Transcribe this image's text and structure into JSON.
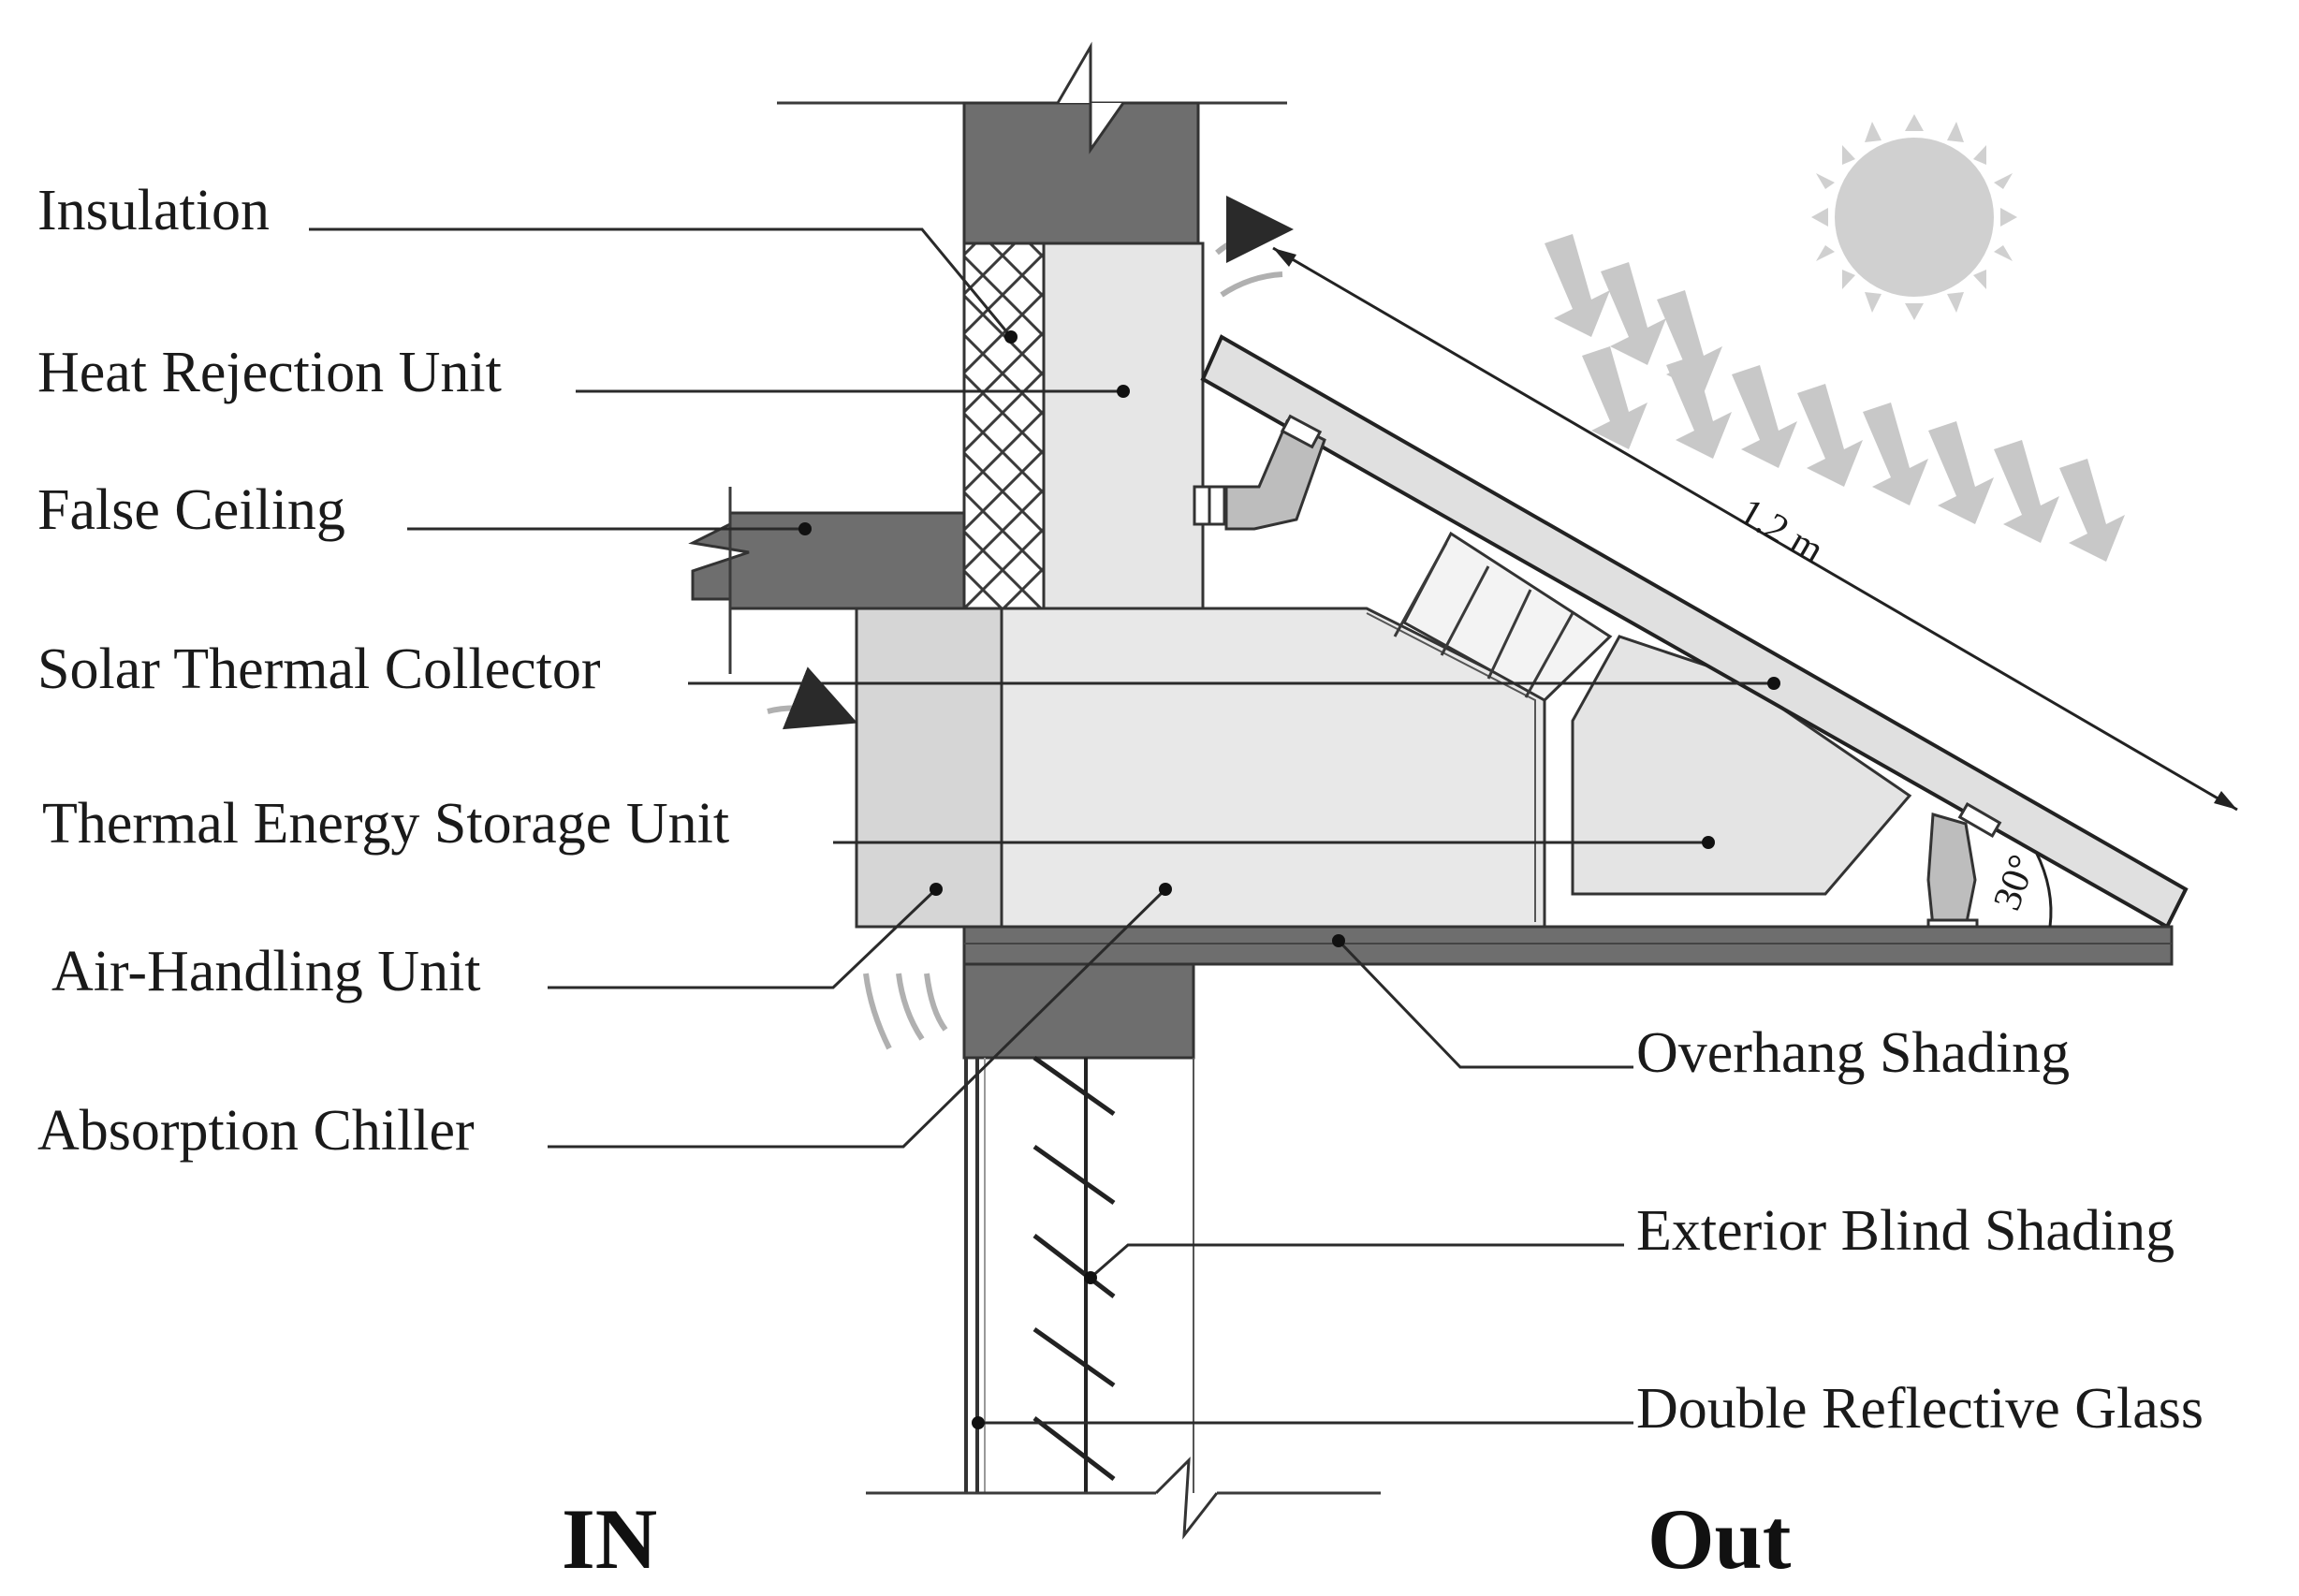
{
  "labels": {
    "insulation": "Insulation",
    "heat_rejection_unit": "Heat Rejection Unit",
    "false_ceiling": "False Ceiling",
    "solar_thermal_collector": "Solar Thermal Collector",
    "thermal_energy_storage_unit": "Thermal Energy Storage Unit",
    "air_handling_unit": "Air-Handling Unit",
    "absorption_chiller": "Absorption Chiller",
    "overhang_shading": "Overhang Shading",
    "exterior_blind_shading": "Exterior Blind Shading",
    "double_reflective_glass": "Double Reflective Glass"
  },
  "dimensions": {
    "collector_length": "1.2 m",
    "tilt_angle": "30°"
  },
  "sides": {
    "inside": "IN",
    "outside": "Out"
  },
  "icons": [
    "sun-icon",
    "sunlight-arrows-icon",
    "airflow-arrow-icon"
  ],
  "colors": {
    "concrete": "#6e6e6e",
    "panel_fill": "#e4e4e4",
    "unit_fill": "#ececec",
    "ahu_fill": "#d9d9d9",
    "sun": "#d2d2d2",
    "arrows": "#c8c8c8",
    "line": "#2a2a2a"
  }
}
